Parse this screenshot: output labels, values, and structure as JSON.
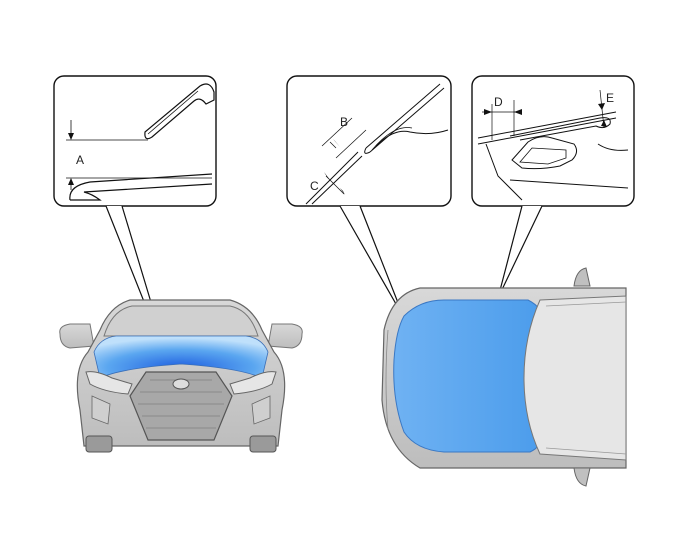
{
  "labels": {
    "a": "A",
    "b": "B",
    "c": "C",
    "d": "D",
    "e": "E"
  },
  "colors": {
    "hood_highlight": "#4fa3ee",
    "body_gray": "#c8c8c8",
    "outline": "#111111"
  },
  "icons": {
    "front_view": "car-front-view-icon",
    "top_view": "car-top-view-icon"
  }
}
